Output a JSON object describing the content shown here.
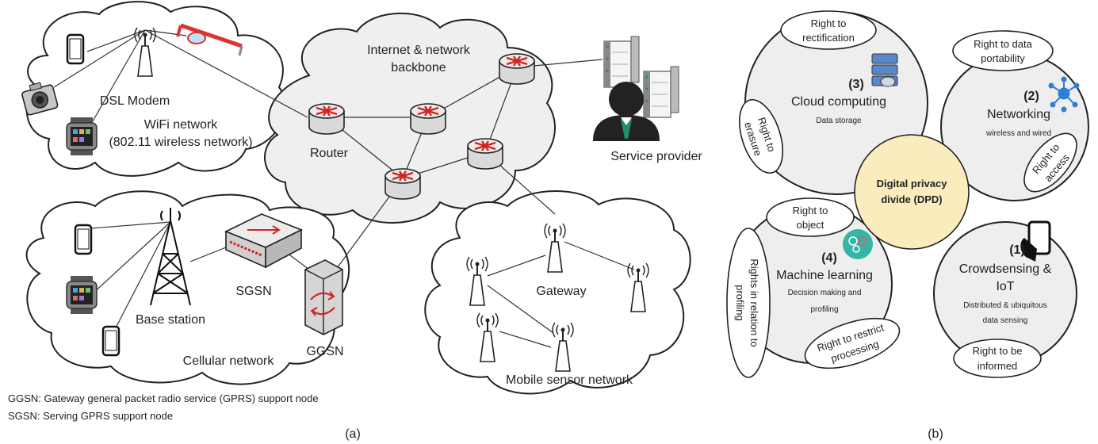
{
  "panel_a": {
    "wifi": {
      "modem_label": "DSL Modem",
      "network_line1": "WiFi network",
      "network_line2": "(802.11 wireless network)"
    },
    "backbone": {
      "title_line1": "Internet & network",
      "title_line2": "backbone",
      "router_label": "Router",
      "provider_label": "Service provider"
    },
    "cellular": {
      "base_station": "Base station",
      "sgsn": "SGSN",
      "ggsn": "GGSN",
      "network_label": "Cellular network"
    },
    "sensor": {
      "gateway": "Gateway",
      "network_label": "Mobile sensor network"
    },
    "footnote_1": "GGSN: Gateway general packet radio service (GPRS) support node",
    "footnote_2": "SGSN: Serving GPRS support node",
    "caption": "(a)"
  },
  "panel_b": {
    "center_line1": "Digital privacy",
    "center_line2": "divide (DPD)",
    "cloud": {
      "num": "(3)",
      "title": "Cloud computing",
      "sub": "Data storage"
    },
    "networking": {
      "num": "(2)",
      "title": "Networking",
      "sub": "wireless and wired"
    },
    "ml": {
      "num": "(4)",
      "title": "Machine learning",
      "sub1": "Decision making and",
      "sub2": "profiling"
    },
    "crowd": {
      "num": "(1)",
      "title1": "Crowdsensing &",
      "title2": "IoT",
      "sub1": "Distributed & ubiquitous",
      "sub2": "data sensing"
    },
    "rights": {
      "rectification_1": "Right to",
      "rectification_2": "rectification",
      "portability_1": "Right to data",
      "portability_2": "portability",
      "erasure_1": "Right to",
      "erasure_2": "erasure",
      "access_1": "Right to",
      "access_2": "access",
      "object_1": "Right to",
      "object_2": "object",
      "profiling_1": "Rights in relation to",
      "profiling_2": "profiling",
      "restrict_1": "Right to restrict",
      "restrict_2": "processing",
      "informed_1": "Right to be",
      "informed_2": "informed"
    },
    "caption": "(b)"
  },
  "colors": {
    "center_fill": "#fbecbd",
    "router_arrow": "#d32222",
    "icon_blue": "#2f7fd6",
    "glasses_red": "#e03030",
    "teal": "#33b5a8"
  }
}
